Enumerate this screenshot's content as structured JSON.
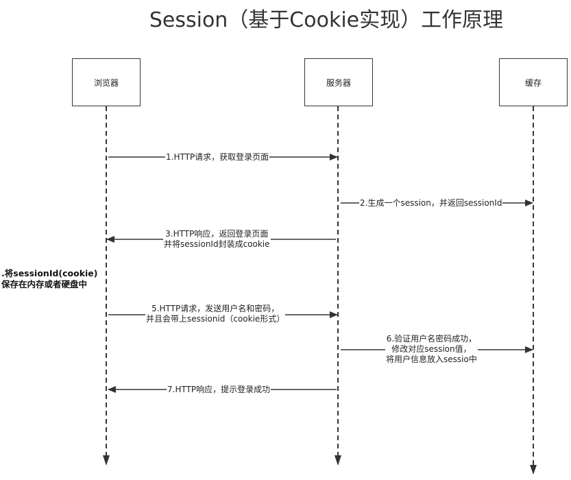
{
  "title": "Session（基于Cookie实现）工作原理",
  "actors": {
    "browser": "浏览器",
    "server": "服务器",
    "cache": "缓存"
  },
  "messages": {
    "m1": "1.HTTP请求，获取登录页面",
    "m2": "2.生成一个session，并返回sessionId",
    "m3_line1": "3.HTTP响应，返回登录页面",
    "m3_line2": "并将sessionId封装成cookie",
    "m5_line1": "5.HTTP请求，发送用户名和密码，",
    "m5_line2": "并且会带上sessionid（cookie形式）",
    "m6_line1": "6.验证用户名密码成功，",
    "m6_line2": "修改对应session值，",
    "m6_line3": "将用户信息放入sessio中",
    "m7": "7.HTTP响应，提示登录成功"
  },
  "note": {
    "line1": ".将sessionId(cookie)",
    "line2": "保存在内存或者硬盘中"
  },
  "colors": {
    "stroke": "#333333"
  }
}
